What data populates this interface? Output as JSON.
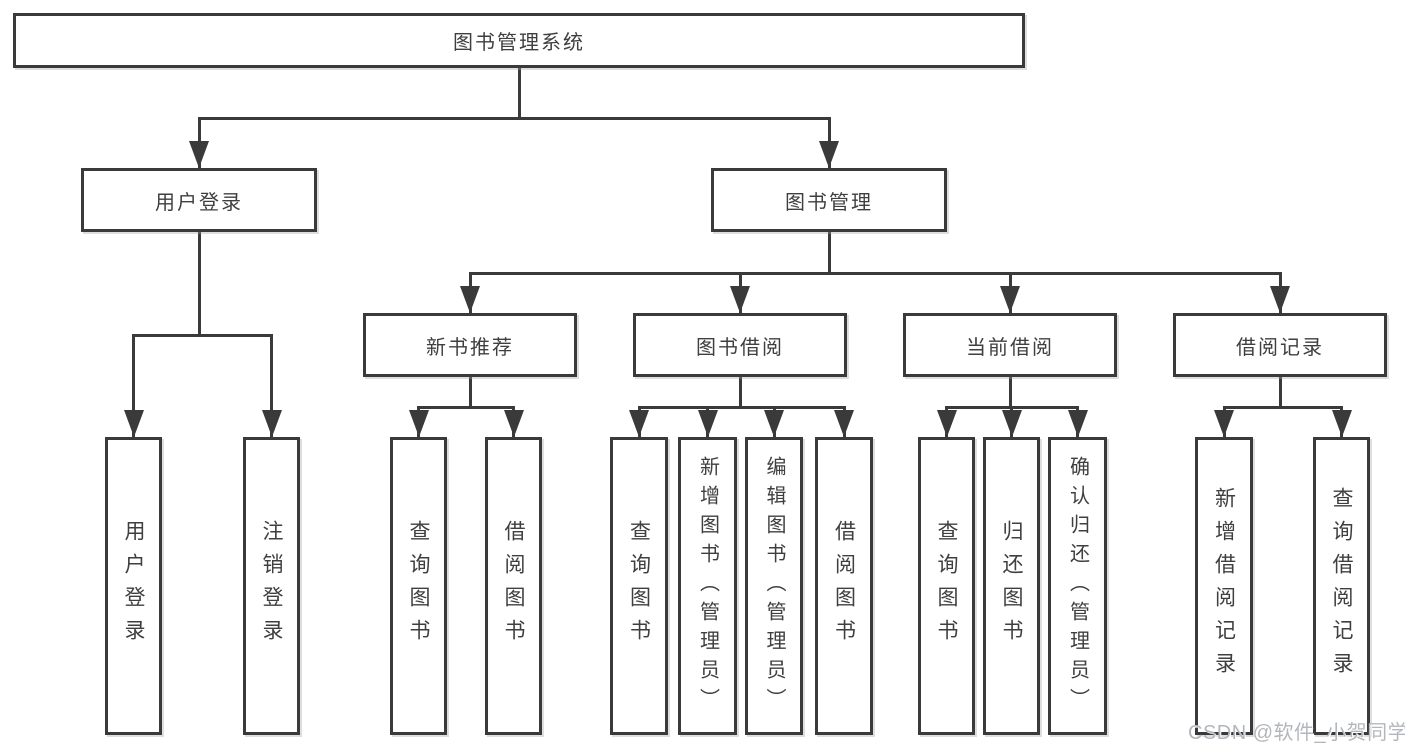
{
  "colors": {
    "line": "#3a3a3a",
    "border": "#3a3a3a",
    "text": "#3f3f3f",
    "background": "#ffffff",
    "watermark_text": "#b3b7bd"
  },
  "watermark": "CSDN @软件_小贺同学",
  "tree": {
    "label": "图书管理系统",
    "children": [
      {
        "label": "用户登录",
        "children": [
          {
            "label": "用户登录"
          },
          {
            "label": "注销登录"
          }
        ]
      },
      {
        "label": "图书管理",
        "children": [
          {
            "label": "新书推荐",
            "children": [
              {
                "label": "查询图书"
              },
              {
                "label": "借阅图书"
              }
            ]
          },
          {
            "label": "图书借阅",
            "children": [
              {
                "label": "查询图书"
              },
              {
                "label": "新增图书（管理员）"
              },
              {
                "label": "编辑图书（管理员）"
              },
              {
                "label": "借阅图书"
              }
            ]
          },
          {
            "label": "当前借阅",
            "children": [
              {
                "label": "查询图书"
              },
              {
                "label": "归还图书"
              },
              {
                "label": "确认归还（管理员）"
              }
            ]
          },
          {
            "label": "借阅记录",
            "children": [
              {
                "label": "新增借阅记录"
              },
              {
                "label": "查询借阅记录"
              }
            ]
          }
        ]
      }
    ]
  }
}
